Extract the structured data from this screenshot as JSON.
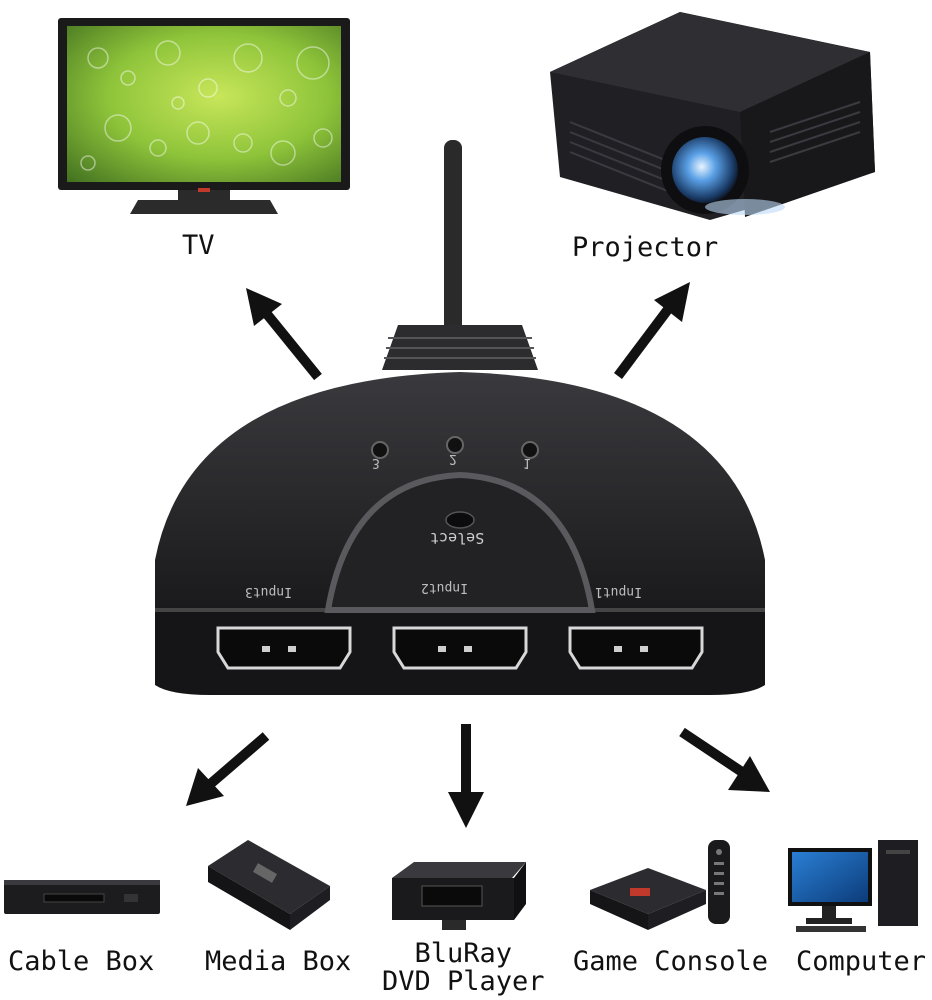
{
  "outputs": {
    "tv": {
      "label": "TV"
    },
    "projector": {
      "label": "Projector"
    }
  },
  "switch": {
    "select_label": "Select",
    "led_labels": [
      "3",
      "2",
      "1"
    ],
    "port_labels": [
      "Input3",
      "Input2",
      "Input1"
    ]
  },
  "inputs": {
    "cable_box": {
      "label": "Cable Box"
    },
    "media_box": {
      "label": "Media Box"
    },
    "bluray": {
      "label_line1": "BluRay",
      "label_line2": "DVD Player"
    },
    "game_console": {
      "label": "Game Console"
    },
    "computer": {
      "label": "Computer"
    }
  },
  "colors": {
    "device_body": "#1c1c1e",
    "screen_green": "#8ec43a",
    "arrow": "#111111",
    "projector_lens": "#5aa0e6"
  }
}
